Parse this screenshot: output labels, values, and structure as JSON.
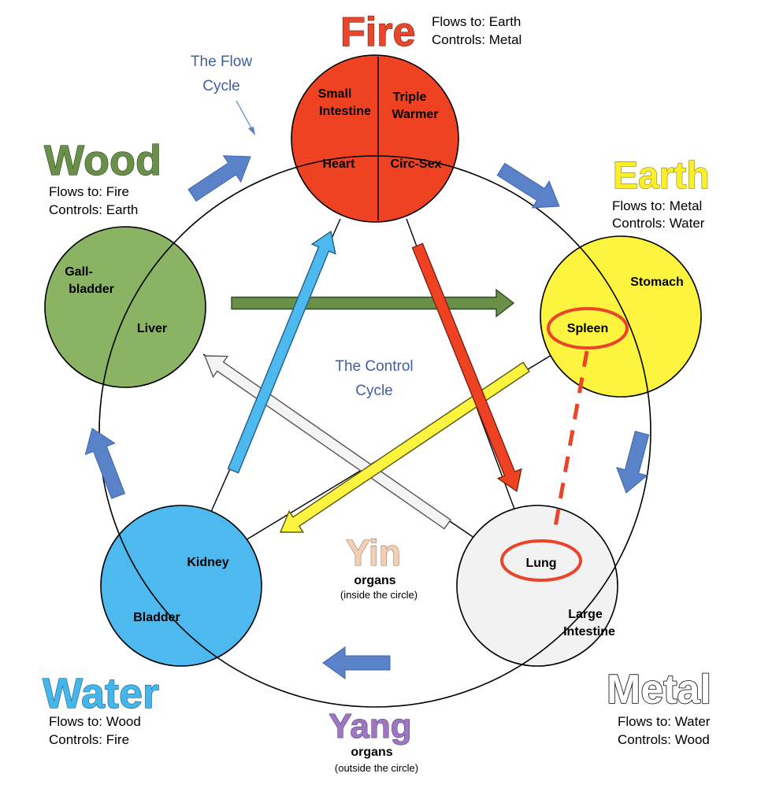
{
  "elements": {
    "fire": {
      "name": "Fire",
      "flows": "Flows to: Earth",
      "controls": "Controls: Metal",
      "organs": [
        "Small",
        "Intestine",
        "Triple",
        "Warmer",
        "Heart",
        "Circ-Sex"
      ],
      "color": "#ef4223"
    },
    "earth": {
      "name": "Earth",
      "flows": "Flows to: Metal",
      "controls": "Controls: Water",
      "organs": [
        "Stomach",
        "Spleen"
      ],
      "color": "#fdf43f"
    },
    "metal": {
      "name": "Metal",
      "flows": "Flows to: Water",
      "controls": "Controls: Wood",
      "organs": [
        "Lung",
        "Large",
        "Intestine"
      ],
      "color": "#f2f2f2"
    },
    "water": {
      "name": "Water",
      "flows": "Flows to: Wood",
      "controls": "Controls: Fire",
      "organs": [
        "Kidney",
        "Bladder"
      ],
      "color": "#4db9ef"
    },
    "wood": {
      "name": "Wood",
      "flows": "Flows to: Fire",
      "controls": "Controls: Earth",
      "organs": [
        "Gall-",
        "bladder",
        "Liver"
      ],
      "color": "#8ab364"
    }
  },
  "cycles": {
    "flow": [
      "The Flow",
      "Cycle"
    ],
    "control": [
      "The Control",
      "Cycle"
    ]
  },
  "legend": {
    "yin": {
      "word": "Yin",
      "organs": "organs",
      "note": "(inside the circle)",
      "color": "#f3cfb4"
    },
    "yang": {
      "word": "Yang",
      "organs": "organs",
      "note": "(outside the circle)",
      "color": "#9e77c4"
    }
  },
  "colors": {
    "flow_arrow": "#5a82c8",
    "cycle_label": "#3f5fa0",
    "wood_title": "#6a8f49",
    "water_title": "#44b6ec",
    "fire_title": "#e8462d",
    "earth_title": "#fbee2d",
    "highlight": "#e9452b"
  }
}
